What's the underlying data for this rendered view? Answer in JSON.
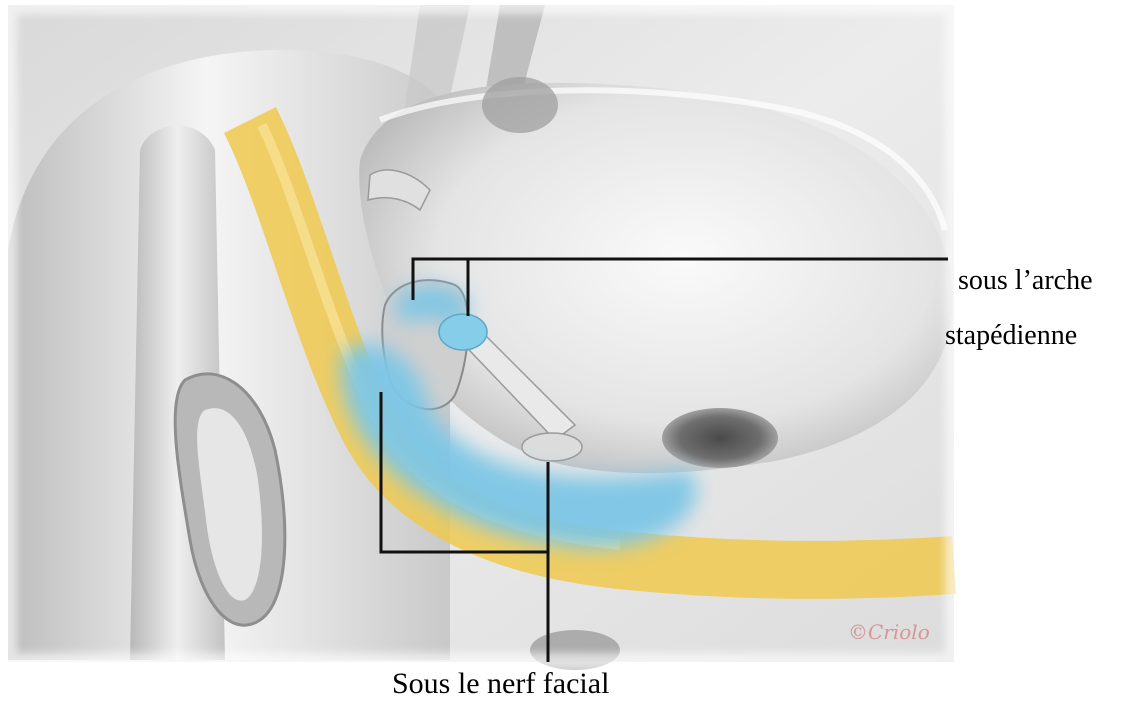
{
  "labels": {
    "arch_line1": "sous l’arche",
    "arch_line2": "stapédienne",
    "facial_nerve": "Sous le nerf facial"
  },
  "signature": "©Criolo",
  "colors": {
    "nerve": "#f0c94e",
    "highlight": "#7cc6e6",
    "leader": "#111111",
    "tissue_light": "#f2f2f2",
    "tissue_shadow": "#8a8a8a"
  }
}
